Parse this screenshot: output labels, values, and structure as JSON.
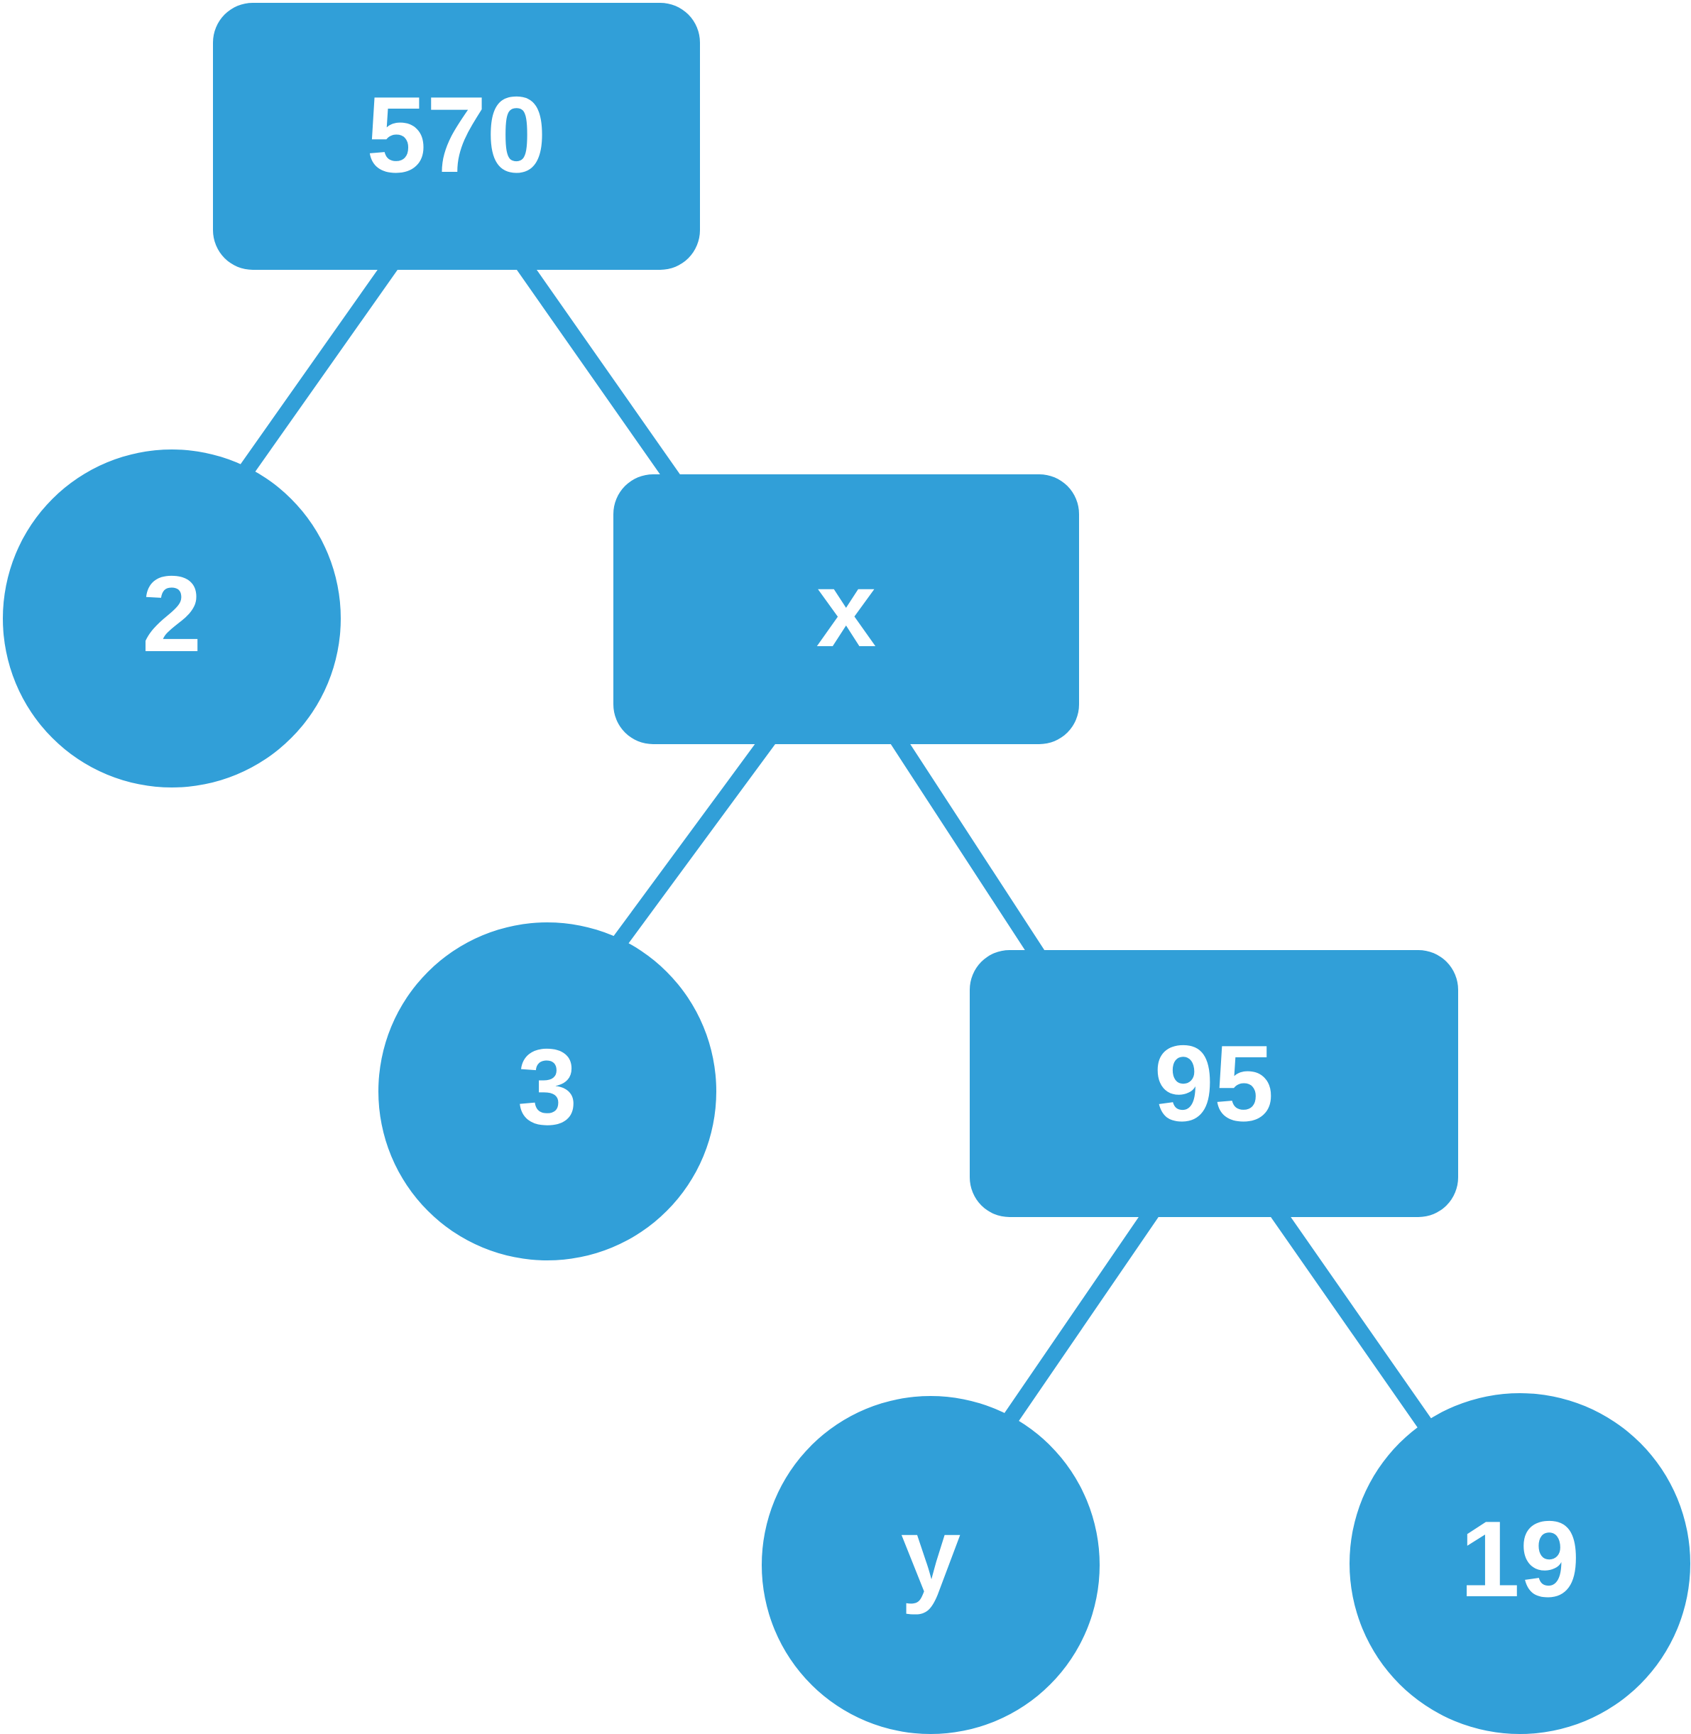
{
  "diagram": {
    "type": "factor-tree",
    "colors": {
      "node_fill": "#319fd8",
      "edge": "#319fd8",
      "label": "#ffffff",
      "background": "#ffffff"
    },
    "nodes": [
      {
        "id": "570",
        "label": "570",
        "shape": "rounded-rectangle"
      },
      {
        "id": "2",
        "label": "2",
        "shape": "circle"
      },
      {
        "id": "x",
        "label": "x",
        "shape": "rounded-rectangle"
      },
      {
        "id": "3",
        "label": "3",
        "shape": "circle"
      },
      {
        "id": "95",
        "label": "95",
        "shape": "rounded-rectangle"
      },
      {
        "id": "y",
        "label": "y",
        "shape": "circle"
      },
      {
        "id": "19",
        "label": "19",
        "shape": "circle"
      }
    ],
    "edges": [
      {
        "from": "570",
        "to": "2"
      },
      {
        "from": "570",
        "to": "x"
      },
      {
        "from": "x",
        "to": "3"
      },
      {
        "from": "x",
        "to": "95"
      },
      {
        "from": "95",
        "to": "y"
      },
      {
        "from": "95",
        "to": "19"
      }
    ]
  }
}
